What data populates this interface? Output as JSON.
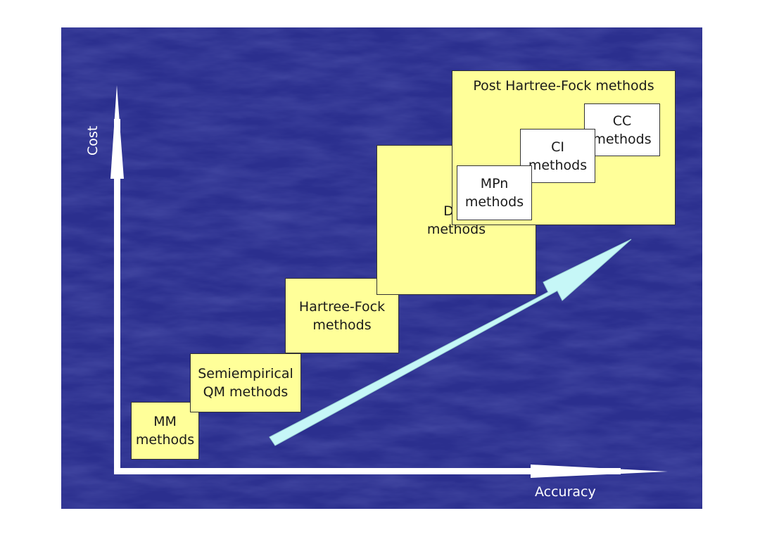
{
  "axes": {
    "y_label": "Cost",
    "x_label": "Accuracy"
  },
  "boxes": {
    "mm": [
      "MM",
      "methods"
    ],
    "semiempirical": [
      "Semiempirical",
      "QM methods"
    ],
    "hartree_fock": [
      "Hartree-Fock",
      "methods"
    ],
    "dft": [
      "DFT",
      "methods"
    ],
    "post_hf": {
      "title": "Post Hartree-Fock methods",
      "mpn": [
        "MPn",
        "methods"
      ],
      "ci": [
        "CI",
        "methods"
      ],
      "cc": [
        "CC",
        "methods"
      ]
    }
  },
  "colors": {
    "background": "#2b2f8e",
    "box_fill": "#ffff99",
    "sub_box_fill": "#ffffff",
    "trend_arrow": "#c6f7f7",
    "axis": "#ffffff"
  }
}
